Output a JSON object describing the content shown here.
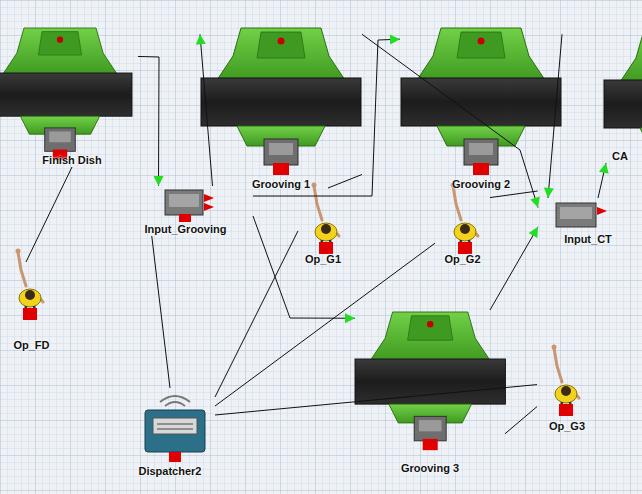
{
  "diagram": {
    "nodes": [
      {
        "text": [
          "Finish Dish"
        ]
      },
      {
        "text": [
          "Grooving 1"
        ]
      },
      {
        "text": [
          "Grooving 2"
        ]
      },
      {
        "text": [
          "CA"
        ]
      },
      {
        "text": [
          "Input_Grooving"
        ]
      },
      {
        "text": [
          "Op_G1"
        ]
      },
      {
        "text": [
          "Op_G2"
        ]
      },
      {
        "text": [
          "Input_CT"
        ]
      },
      {
        "text": [
          "Op_FD"
        ]
      },
      {
        "text": [
          "Grooving 3"
        ]
      },
      {
        "text": [
          "Op_G3"
        ]
      },
      {
        "text": [
          "Dispatcher2"
        ]
      }
    ],
    "edges": [
      {
        "from": 0,
        "to": 4,
        "arrow": "to"
      },
      {
        "from": 4,
        "to": 1,
        "arrow": "to"
      },
      {
        "from": 4,
        "to": 2,
        "arrow": "to"
      },
      {
        "from": 4,
        "to": 9,
        "arrow": "to"
      },
      {
        "from": 1,
        "to": 7,
        "arrow": "to"
      },
      {
        "from": 2,
        "to": 7,
        "arrow": "to"
      },
      {
        "from": 9,
        "to": 7,
        "arrow": "to"
      },
      {
        "from": 7,
        "to": 3,
        "arrow": "to"
      },
      {
        "from": 0,
        "to": 8,
        "arrow": "none"
      },
      {
        "from": 1,
        "to": 5,
        "arrow": "none"
      },
      {
        "from": 2,
        "to": 6,
        "arrow": "none"
      },
      {
        "from": 9,
        "to": 10,
        "arrow": "none"
      },
      {
        "from": 4,
        "to": 11,
        "arrow": "none"
      },
      {
        "from": 11,
        "to": 5,
        "arrow": "none"
      },
      {
        "from": 11,
        "to": 6,
        "arrow": "none"
      },
      {
        "from": 11,
        "to": 10,
        "arrow": "none"
      }
    ]
  }
}
